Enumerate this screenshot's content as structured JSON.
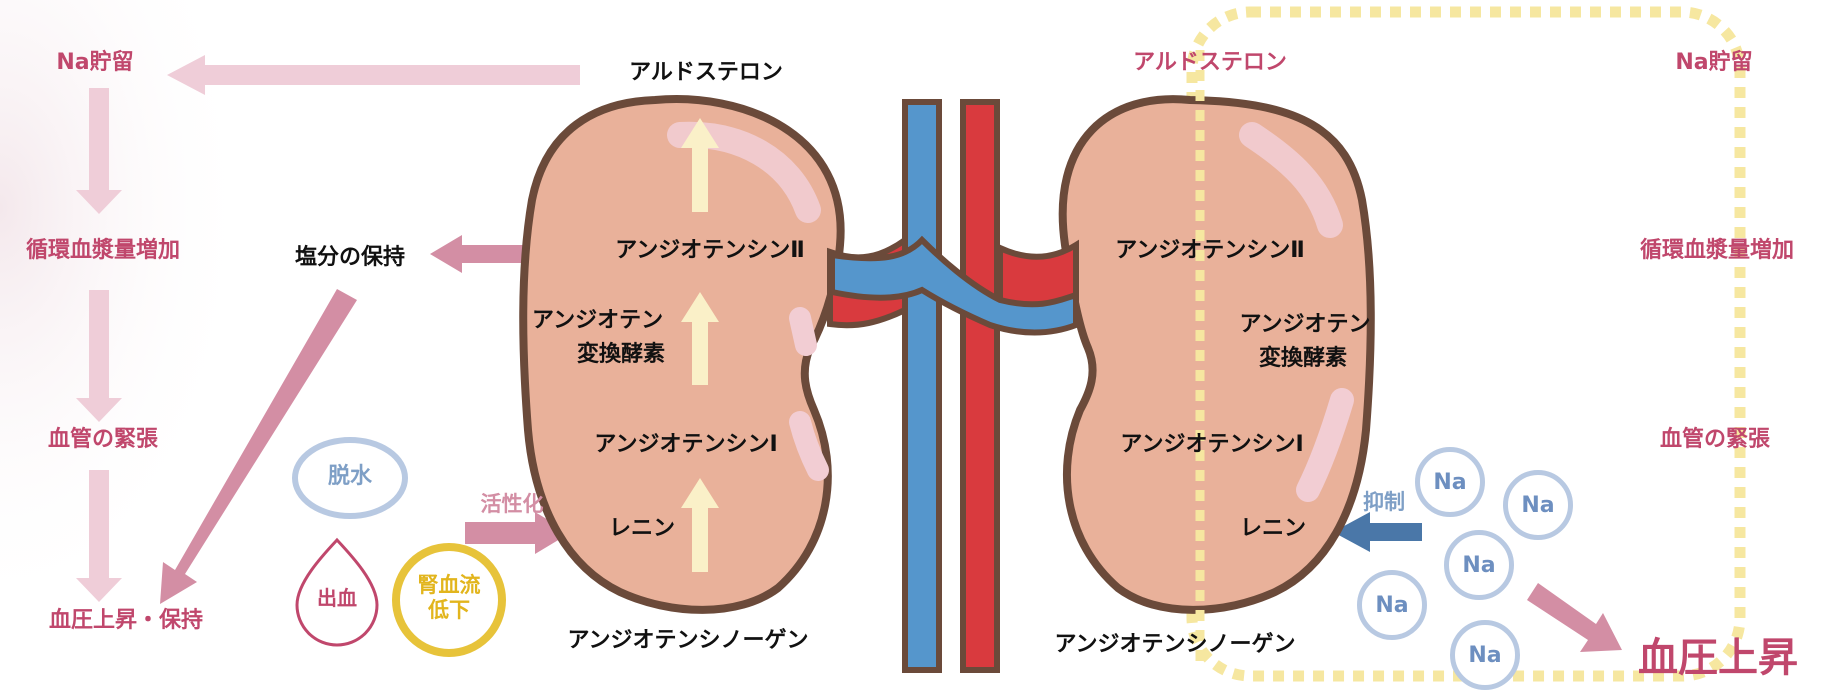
{
  "left_flow": {
    "na_retention": "Na貯留",
    "circulating_plasma_increase": "循環血漿量増加",
    "vascular_tension": "血管の緊張",
    "bp_rise_maintain": "血圧上昇・保持",
    "salt_retention": "塩分の保持"
  },
  "triggers": {
    "dehydration": "脱水",
    "bleeding": "出血",
    "renal_flow_line1": "腎血流",
    "renal_flow_line2": "低下",
    "activation": "活性化"
  },
  "left_kidney": {
    "aldosterone": "アルドステロン",
    "angiotensin2": "アンジオテンシンⅡ",
    "ace_line1": "アンジオテン",
    "ace_line2": "変換酵素",
    "angiotensin1": "アンジオテンシンⅠ",
    "renin": "レニン",
    "angiotensinogen": "アンジオテンシノーゲン"
  },
  "right_kidney": {
    "aldosterone": "アルドステロン",
    "angiotensin2": "アンジオテンシンⅡ",
    "ace_line1": "アンジオテン",
    "ace_line2": "変換酵素",
    "angiotensin1": "アンジオテンシンⅠ",
    "renin": "レニン",
    "angiotensinogen": "アンジオテンシノーゲン",
    "suppression": "抑制"
  },
  "right_flow": {
    "na_retention": "Na貯留",
    "circulating_plasma_increase": "循環血漿量増加",
    "vascular_tension": "血管の緊張",
    "bp_rise": "血圧上昇"
  },
  "sodium_particles": [
    "Na",
    "Na",
    "Na",
    "Na",
    "Na"
  ],
  "colors": {
    "kidney_fill": "#e9b19a",
    "kidney_outline": "#6b4a3a",
    "vein": "#5596cc",
    "artery": "#d93a3e",
    "pink_text": "#c0476c",
    "pink_arrow": "#d38ea4",
    "light_arrow": "#efcdd8",
    "cream_arrow": "#faf0c8",
    "dotted_frame": "#f6e7a0",
    "na_circle": "#b8c9e2",
    "blue_arrow": "#4a77a8",
    "yellow_ring": "#e7c33a"
  }
}
